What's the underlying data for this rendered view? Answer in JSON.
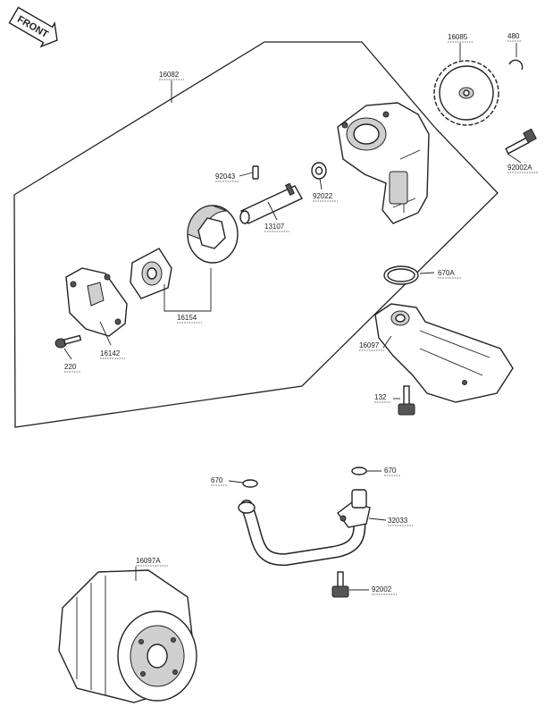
{
  "front_arrow": "FRONT",
  "labels": {
    "l16082": "16082",
    "l16085": "16085",
    "l480": "480",
    "l92002A": "92002A",
    "l92043": "92043",
    "l92022": "92022",
    "l13107": "13107",
    "l16154": "16154",
    "l16142": "16142",
    "l220": "220",
    "l670A": "670A",
    "l16097": "16097",
    "l132": "132",
    "l670_left": "670",
    "l670_right": "670",
    "l32033": "32033",
    "l16097A": "16097A",
    "l92002": "92002"
  }
}
